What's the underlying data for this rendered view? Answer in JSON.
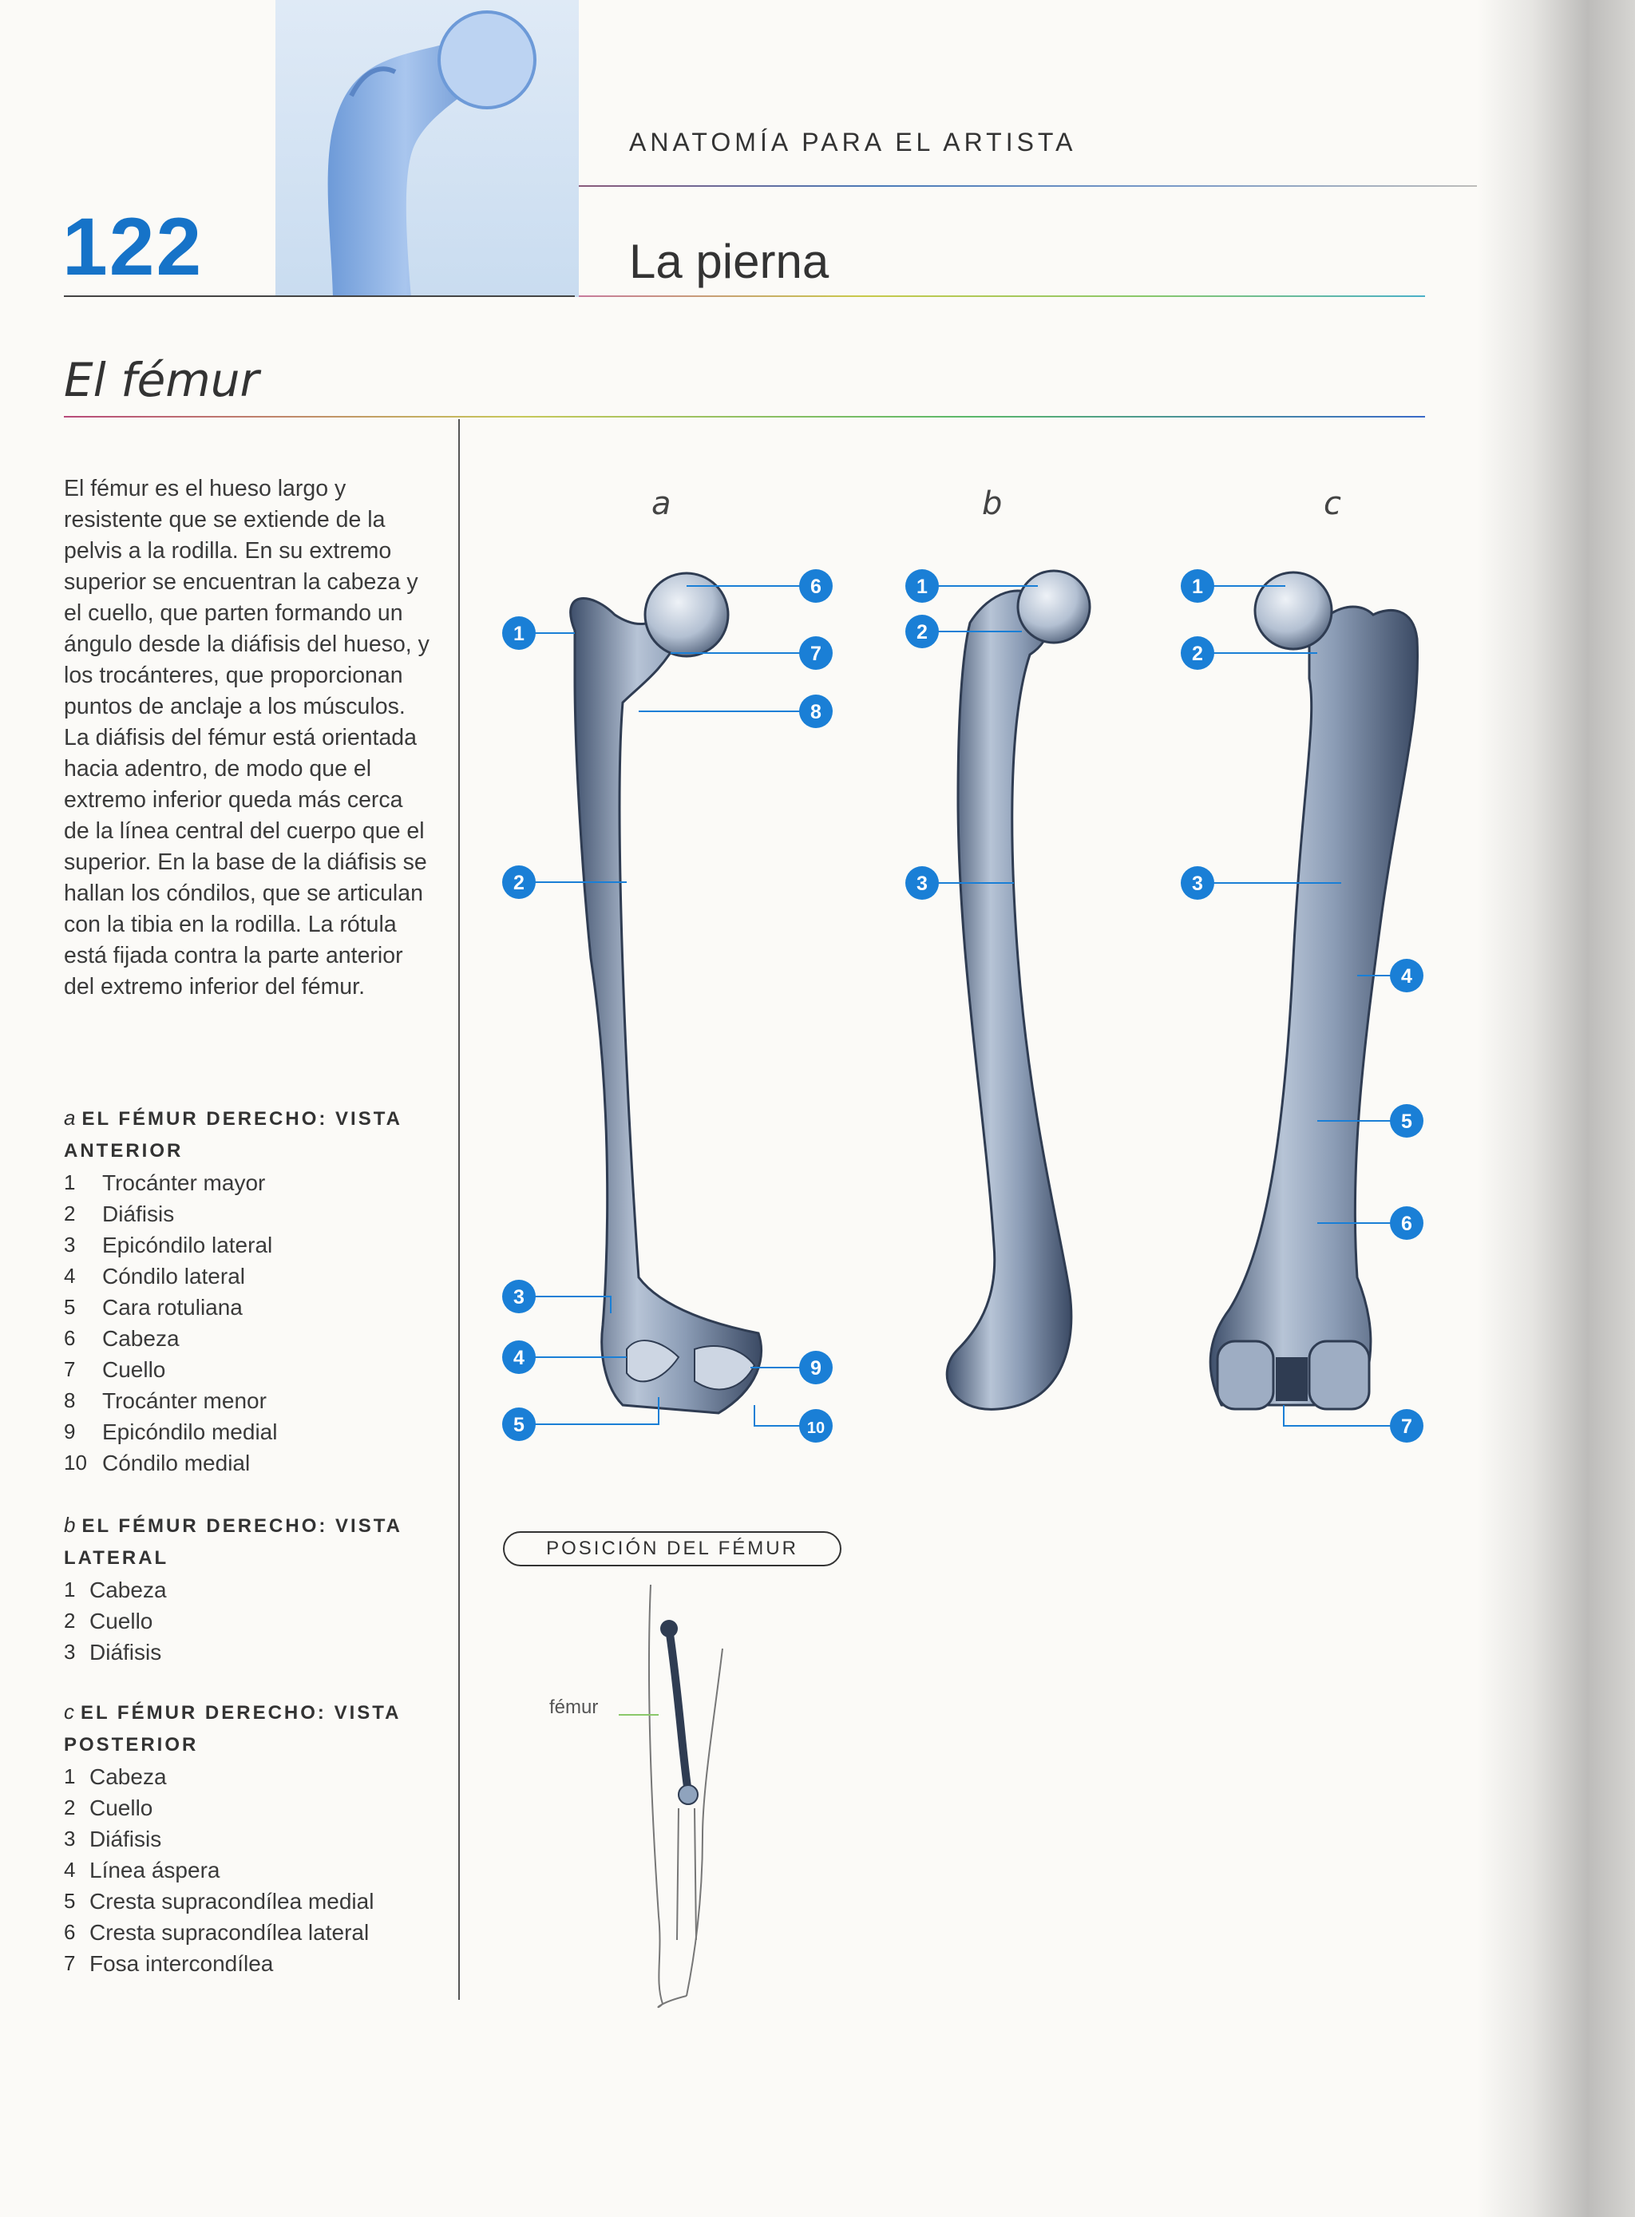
{
  "page": {
    "number": "122",
    "series_title": "ANATOMÍA PARA EL ARTISTA",
    "chapter_title": "La pierna",
    "section_title": "El fémur"
  },
  "intro": "El fémur es el hueso largo y resistente que se extiende de la pelvis a la rodilla. En su extremo superior se encuentran la cabeza y el cuello, que parten formando un ángulo desde la diáfisis del hueso, y los trocánteres, que proporcionan puntos de anclaje a los músculos. La diáfisis del fémur está orientada hacia adentro, de modo que el extremo inferior queda más cerca de la línea central del cuerpo que el superior. En la base de la diáfisis se hallan los cóndilos, que se articulan con la tibia en la rodilla. La rótula está fijada contra la parte anterior del extremo inferior del fémur.",
  "legends": [
    {
      "letter": "a",
      "heading": "EL FÉMUR DERECHO: VISTA ANTERIOR",
      "items": [
        {
          "num": "1",
          "label": "Trocánter mayor"
        },
        {
          "num": "2",
          "label": "Diáfisis"
        },
        {
          "num": "3",
          "label": "Epicóndilo lateral"
        },
        {
          "num": "4",
          "label": "Cóndilo lateral"
        },
        {
          "num": "5",
          "label": "Cara rotuliana"
        },
        {
          "num": "6",
          "label": "Cabeza"
        },
        {
          "num": "7",
          "label": "Cuello"
        },
        {
          "num": "8",
          "label": "Trocánter menor"
        },
        {
          "num": "9",
          "label": "Epicóndilo medial"
        },
        {
          "num": "10",
          "label": "Cóndilo medial"
        }
      ]
    },
    {
      "letter": "b",
      "heading": "EL FÉMUR DERECHO: VISTA LATERAL",
      "items": [
        {
          "num": "1",
          "label": "Cabeza"
        },
        {
          "num": "2",
          "label": "Cuello"
        },
        {
          "num": "3",
          "label": "Diáfisis"
        }
      ]
    },
    {
      "letter": "c",
      "heading": "EL FÉMUR DERECHO: VISTA POSTERIOR",
      "items": [
        {
          "num": "1",
          "label": "Cabeza"
        },
        {
          "num": "2",
          "label": "Cuello"
        },
        {
          "num": "3",
          "label": "Diáfisis"
        },
        {
          "num": "4",
          "label": "Línea áspera"
        },
        {
          "num": "5",
          "label": "Cresta supracondílea medial"
        },
        {
          "num": "6",
          "label": "Cresta supracondílea lateral"
        },
        {
          "num": "7",
          "label": "Fosa intercondílea"
        }
      ]
    }
  ],
  "views": {
    "a": "a",
    "b": "b",
    "c": "c"
  },
  "callouts": {
    "a": [
      "1",
      "2",
      "3",
      "4",
      "5",
      "6",
      "7",
      "8",
      "9",
      "10"
    ],
    "b": [
      "1",
      "2",
      "3"
    ],
    "c": [
      "1",
      "2",
      "3",
      "4",
      "5",
      "6",
      "7"
    ]
  },
  "position_box": {
    "title": "POSICIÓN DEL FÉMUR",
    "femur_label": "fémur"
  },
  "colors": {
    "accent": "#1673c8",
    "callout": "#1a7fd6",
    "bone": "#8fa3bd"
  }
}
